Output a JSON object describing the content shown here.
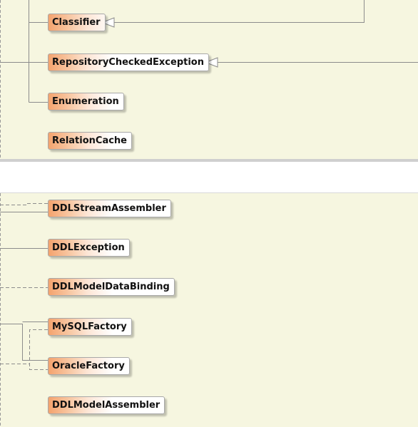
{
  "diagram": {
    "colors": {
      "background": "#f6f6e0",
      "separator": "#ffffff",
      "node_accent": "#f4a36e",
      "edge": "#8c8c8c"
    },
    "top_nodes": [
      {
        "id": "classifier",
        "label": "Classifier"
      },
      {
        "id": "repository-checked-exception",
        "label": "RepositoryCheckedException"
      },
      {
        "id": "enumeration",
        "label": "Enumeration"
      },
      {
        "id": "relation-cache",
        "label": "RelationCache"
      }
    ],
    "bottom_nodes": [
      {
        "id": "ddl-stream-assembler",
        "label": "DDLStreamAssembler"
      },
      {
        "id": "ddl-exception",
        "label": "DDLException"
      },
      {
        "id": "ddl-model-data-binding",
        "label": "DDLModelDataBinding"
      },
      {
        "id": "mysql-factory",
        "label": "MySQLFactory"
      },
      {
        "id": "oracle-factory",
        "label": "OracleFactory"
      },
      {
        "id": "ddl-model-assembler",
        "label": "DDLModelAssembler"
      }
    ]
  }
}
